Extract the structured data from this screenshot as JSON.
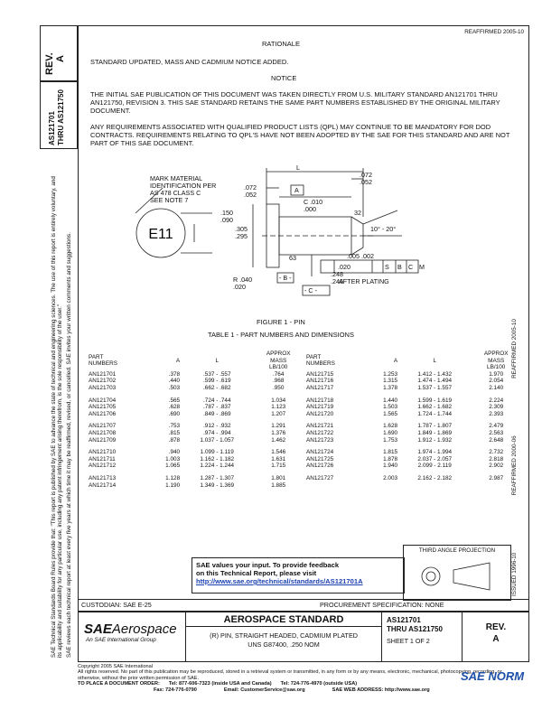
{
  "top_right_code": "REAFFIRMED 2005-10",
  "rev_box": {
    "label": "REV.",
    "value": "A"
  },
  "side_doc": {
    "line1": "AS121701",
    "line2": "THRU AS121750"
  },
  "rationale": {
    "heading": "RATIONALE",
    "text": "STANDARD UPDATED, MASS AND CADMIUM NOTICE ADDED."
  },
  "notice": {
    "heading": "NOTICE",
    "para1": "THE INITIAL SAE PUBLICATION OF THIS DOCUMENT WAS TAKEN DIRECTLY FROM U.S. MILITARY STANDARD AN121701 THRU AN121750, REVISION 3. THIS SAE STANDARD RETAINS THE SAME PART NUMBERS ESTABLISHED BY THE ORIGINAL MILITARY DOCUMENT.",
    "para2": "ANY REQUIREMENTS ASSOCIATED WITH QUALIFIED PRODUCT LISTS (QPL) MAY CONTINUE TO BE MANDATORY FOR DOD CONTRACTS. REQUIREMENTS RELATING TO QPL'S HAVE NOT BEEN ADOPTED BY THE SAE FOR THIS STANDARD AND ARE NOT PART OF THIS SAE DOCUMENT."
  },
  "drawing": {
    "mark_note": [
      "MARK MATERIAL",
      "IDENTIFICATION PER",
      "AS 478 CLASS C",
      "SEE NOTE 7"
    ],
    "head_label": "E11",
    "dims": {
      "d072_052": [
        ".072",
        ".052"
      ],
      "d072_052r": [
        ".072",
        ".052"
      ],
      "L": "L",
      "A": "A",
      "d150_090": [
        ".150",
        ".090"
      ],
      "d305_295": [
        ".305",
        ".295"
      ],
      "R010_000": [
        "C .010",
        ".000"
      ],
      "R040_020": [
        "R .040",
        ".020"
      ],
      "d63": "63",
      "d32": "32",
      "angle": "10° - 20°",
      "d248_246": [
        ".248",
        ".246"
      ],
      "d_005_002": [
        ".005",
        ".002"
      ],
      "fcf": ".020",
      "after_plating": "AFTER PLATING",
      "datumB": "- B -",
      "datumC": "- C -",
      "letter_B": "B",
      "letter_C": "C",
      "letter_M": "M",
      "letter_S": "S"
    },
    "figure_caption": "FIGURE 1 - PIN"
  },
  "table": {
    "title": "TABLE 1 - PART NUMBERS AND DIMENSIONS",
    "headers": {
      "part_numbers": [
        "PART",
        "NUMBERS"
      ],
      "a": "A",
      "l": "L",
      "mass": [
        "APPROX",
        "MASS",
        "LB/100"
      ]
    },
    "groups": [
      [
        [
          "AN121701",
          ".378",
          ".537 - .557",
          ".764",
          "AN121715",
          "1.253",
          "1.412 - 1.432",
          "1.970"
        ],
        [
          "AN121702",
          ".440",
          ".599 - .619",
          ".968",
          "AN121716",
          "1.315",
          "1.474 - 1.494",
          "2.054"
        ],
        [
          "AN121703",
          ".503",
          ".662 - .682",
          ".950",
          "AN121717",
          "1.378",
          "1.537 - 1.557",
          "2.140"
        ]
      ],
      [
        [
          "AN121704",
          ".565",
          ".724 - .744",
          "1.034",
          "AN121718",
          "1.440",
          "1.599 - 1.619",
          "2.224"
        ],
        [
          "AN121705",
          ".628",
          ".787 - .837",
          "1.123",
          "AN121719",
          "1.503",
          "1.662 - 1.682",
          "2.309"
        ],
        [
          "AN121706",
          ".690",
          ".849 - .869",
          "1.207",
          "AN121720",
          "1.565",
          "1.724 - 1.744",
          "2.393"
        ]
      ],
      [
        [
          "AN121707",
          ".753",
          ".912 - .932",
          "1.291",
          "AN121721",
          "1.628",
          "1.787 - 1.807",
          "2.479"
        ],
        [
          "AN121708",
          ".815",
          ".974 - .994",
          "1.376",
          "AN121722",
          "1.690",
          "1.849 - 1.869",
          "2.563"
        ],
        [
          "AN121709",
          ".878",
          "1.037 - 1.057",
          "1.462",
          "AN121723",
          "1.753",
          "1.912 - 1.932",
          "2.648"
        ]
      ],
      [
        [
          "AN121710",
          ".940",
          "1.099 - 1.119",
          "1.546",
          "AN121724",
          "1.815",
          "1.974 - 1.994",
          "2.732"
        ],
        [
          "AN121711",
          "1.003",
          "1.162 - 1.182",
          "1.631",
          "AN121725",
          "1.878",
          "2.037 - 2.057",
          "2.818"
        ],
        [
          "AN121712",
          "1.065",
          "1.224 - 1.244",
          "1.715",
          "AN121726",
          "1.940",
          "2.099 - 2.119",
          "2.902"
        ]
      ],
      [
        [
          "AN121713",
          "1.128",
          "1.287 - 1.307",
          "1.801",
          "AN121727",
          "2.003",
          "2.162 - 2.182",
          "2.987"
        ],
        [
          "AN121714",
          "1.190",
          "1.349 - 1.369",
          "1.885",
          "",
          "",
          "",
          ""
        ]
      ]
    ]
  },
  "right_vertical": [
    "REAFFIRMED 2005-10",
    "REAFFIRMED 2000-06",
    "ISSUED 1996-10"
  ],
  "third_angle": "THIRD ANGLE PROJECTION",
  "feedback": {
    "line1": "SAE values your input. To provide feedback",
    "line2": "on this Technical Report, please visit",
    "link": "http://www.sae.org/technical/standards/AS121701A"
  },
  "custodian": "CUSTODIAN: SAE E-25",
  "procurement": "PROCUREMENT SPECIFICATION: NONE",
  "title_block": {
    "logo_sae": "SAE",
    "logo_aero": "Aerospace",
    "logo_sub": "An SAE International Group",
    "standard": "AEROSPACE STANDARD",
    "desc1": "(R) PIN, STRAIGHT HEADED, CADMIUM PLATED",
    "desc2": "UNS G87400, .250 NOM",
    "doc1": "AS121701",
    "doc2": "THRU AS121750",
    "sheet": "SHEET 1 OF 2",
    "rev_label": "REV.",
    "rev_value": "A"
  },
  "left_margin": [
    "SAE Technical Standards Board Rules provide that: \"This report is published by SAE to advance the state of technical and engineering sciences. The use of this report is entirely voluntary, and its applicability and suitability for any particular use, including any patent infringement arising therefrom, is the sole responsibility of the user.\"",
    "SAE reviews each technical report at least every five years at which time it may be reaffirmed, revised, or cancelled. SAE invites your written comments and suggestions."
  ],
  "footer": {
    "copyright": "Copyright 2005 SAE International",
    "rights": "All rights reserved. No part of this publication may be reproduced, stored in a retrieval system or transmitted, in any form or by any means, electronic, mechanical, photocopying, recording, or otherwise, without the prior written permission of SAE.",
    "order": "TO PLACE A DOCUMENT ORDER:",
    "tel1": "Tel: 877-606-7323 (inside USA and Canada)",
    "tel2": "Tel: 724-776-4970 (outside USA)",
    "fax": "Fax: 724-776-0790",
    "email": "Email: CustomerService@sae.org",
    "web": "SAE WEB ADDRESS: http://www.sae.org",
    "watermark": "SAE NORM"
  }
}
